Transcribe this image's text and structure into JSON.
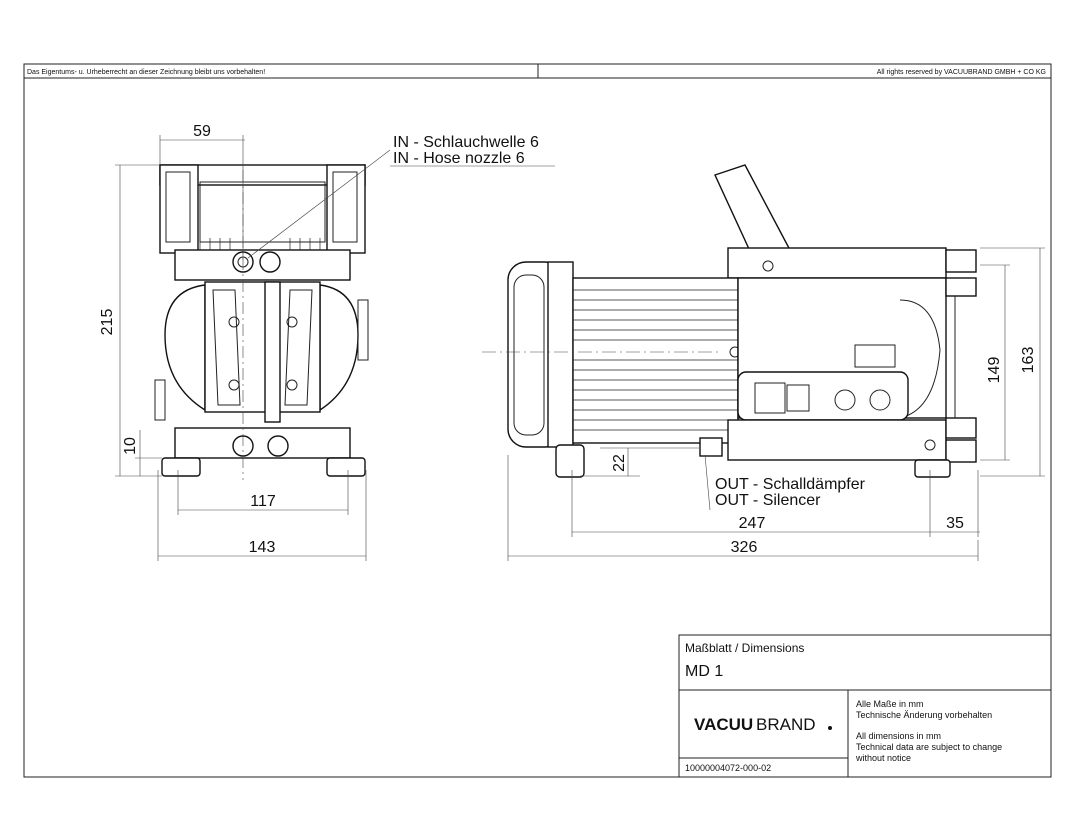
{
  "header": {
    "left_notice": "Das Eigentums- u. Urheberrecht an dieser Zeichnung bleibt uns vorbehalten!",
    "right_notice": "All rights reserved by VACUUBRAND GMBH + CO KG"
  },
  "dimensions": {
    "front_width_top": "59",
    "front_height": "215",
    "front_foot": "10",
    "front_inner_width": "117",
    "front_total_width": "143",
    "side_outlet_height": "22",
    "side_height_inner": "149",
    "side_height_total": "163",
    "side_length_inner": "247",
    "side_length_offset": "35",
    "side_length_total": "326"
  },
  "callouts": {
    "inlet_de": "IN - Schlauchwelle 6",
    "inlet_en": "IN - Hose nozzle 6",
    "outlet_de": "OUT - Schalldämpfer",
    "outlet_en": "OUT - Silencer"
  },
  "title_block": {
    "heading": "Maßblatt / Dimensions",
    "model": "MD 1",
    "brand_bold": "VACUU",
    "brand_regular": "BRAND",
    "note_de_1": "Alle Maße in mm",
    "note_de_2": "Technische Änderung vorbehalten",
    "note_en_1": "All dimensions in mm",
    "note_en_2": "Technical data are subject to change",
    "note_en_3": "without notice",
    "drawing_number": "10000004072-000-02"
  }
}
